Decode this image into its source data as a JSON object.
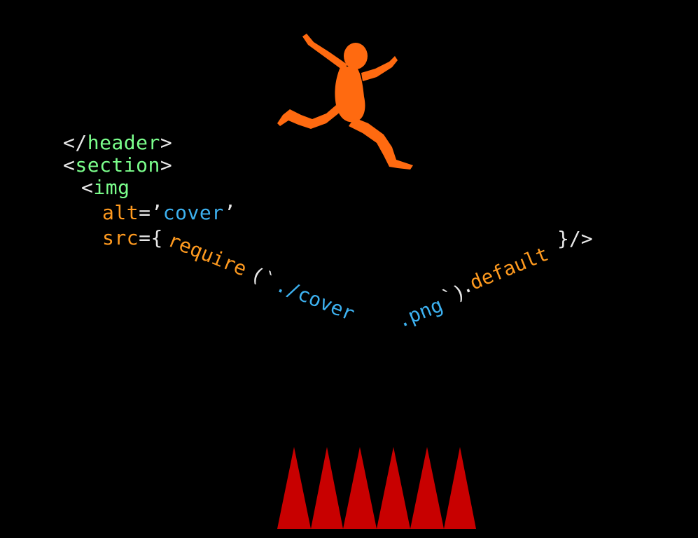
{
  "colors": {
    "background": "#000000",
    "text": "#e8e8e8",
    "tag": "#7bff8c",
    "attribute": "#ff9a1f",
    "string": "#3db1f0",
    "silhouette": "#ff6a10",
    "spikes": "#c80000"
  },
  "code": {
    "line1": {
      "open": "</",
      "tag": "header",
      "close": ">"
    },
    "line2": {
      "open": "<",
      "tag": "section",
      "close": ">"
    },
    "line3": {
      "open": "<",
      "tag": "img"
    },
    "line4": {
      "attr": "alt",
      "eq": "=",
      "q1": "’",
      "value": "cover",
      "q2": "’"
    },
    "line5": {
      "attr": "src",
      "eq": "=",
      "brace": "{"
    },
    "curve": {
      "require": "require",
      "paren_open": "(`",
      "path_start": "./cover",
      "path_end": ".png",
      "paren_close": "`)",
      "dot": ".",
      "default": "default",
      "end": "}/>"
    }
  },
  "figure": {
    "icon": "jumping-person-icon"
  },
  "hazard": {
    "icon": "spikes-icon",
    "count": 6
  }
}
